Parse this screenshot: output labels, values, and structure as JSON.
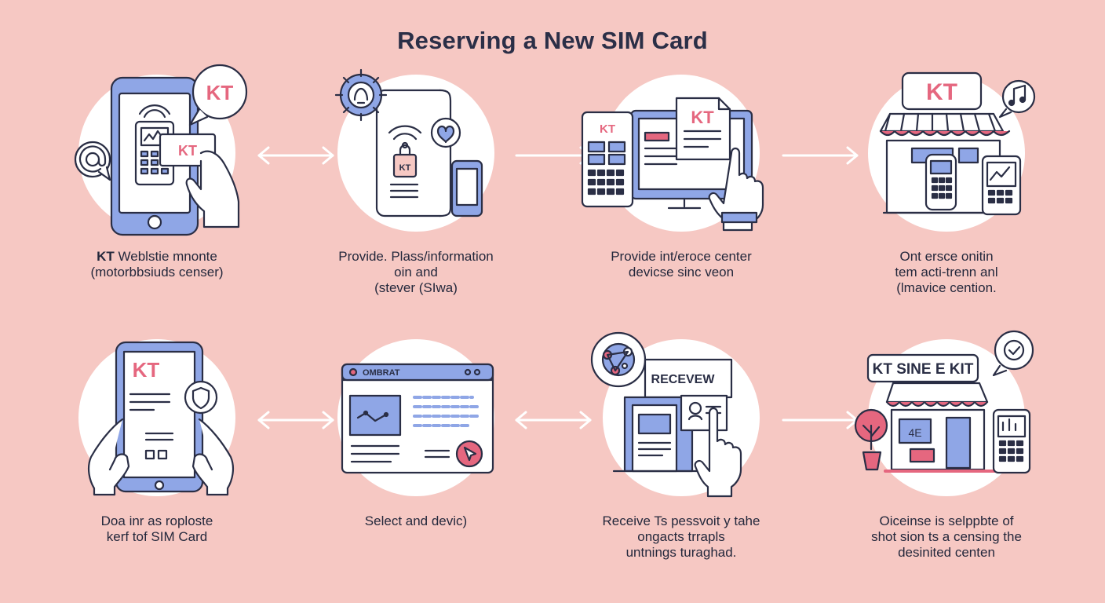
{
  "title": "Reserving a New SIM Card",
  "colors": {
    "background": "#f6c8c3",
    "outline": "#2a2e45",
    "accent_blue": "#8fa6e6",
    "accent_pink": "#e5677f",
    "white": "#ffffff"
  },
  "steps": [
    {
      "lines": [
        "KT Weblstie mnonte",
        "(motorbbsiuds censer)"
      ],
      "badge": "KT",
      "badge2": "KT",
      "icons": [
        "phone-icon",
        "at-sign-icon",
        "hand-icon"
      ]
    },
    {
      "lines": [
        "Provide. Plass/information",
        "oin and",
        "(stever (SIwa)"
      ],
      "badge": "KT",
      "icons": [
        "tablet-icon",
        "gear-icon",
        "wifi-icon",
        "heart-icon"
      ]
    },
    {
      "lines": [
        "Provide int/eroce center",
        "devicse sinc veon"
      ],
      "badge": "KT",
      "badge2": "KT",
      "icons": [
        "monitor-icon",
        "keypad-icon",
        "document-icon",
        "hand-icon"
      ]
    },
    {
      "lines": [
        "Ont ersce onitin",
        "tem acti-trenn anl",
        "(lmavice cention."
      ],
      "badge": "KT",
      "icons": [
        "store-icon",
        "music-note-icon",
        "phone-icon"
      ]
    },
    {
      "lines": [
        "Doa inr as roploste",
        "kerf tof SIM Card"
      ],
      "badge": "KT",
      "icons": [
        "tablet-icon",
        "shield-icon",
        "hands-icon"
      ]
    },
    {
      "lines": [
        "Select and devic)"
      ],
      "browser_label": "OMBRAT",
      "icons": [
        "browser-window-icon",
        "map-icon",
        "cursor-icon"
      ]
    },
    {
      "lines": [
        "Receive Ts pessvoit y tahe",
        "ongacts trrapls",
        "untnings turaghad."
      ],
      "badge": "RECEVEW",
      "icons": [
        "network-icon",
        "document-icon",
        "id-card-icon",
        "hand-icon"
      ]
    },
    {
      "lines": [
        "Oiceinse is selppbte of",
        "shot sion ts a censing the",
        "desinited centen"
      ],
      "badge": "KT SINE E KIT",
      "screen_label": "4E",
      "icons": [
        "store-icon",
        "check-icon",
        "plant-icon",
        "phone-icon"
      ]
    }
  ]
}
